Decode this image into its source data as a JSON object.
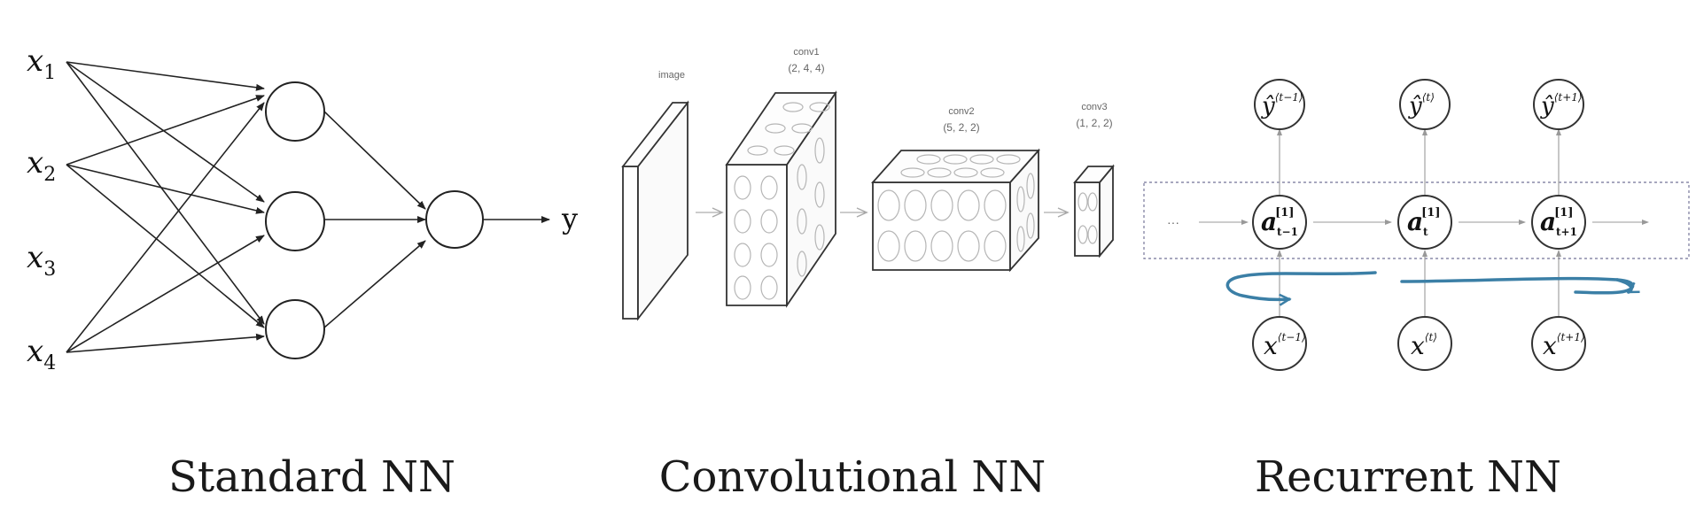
{
  "standard_nn": {
    "inputs": [
      {
        "base": "x",
        "sub": "1"
      },
      {
        "base": "x",
        "sub": "2"
      },
      {
        "base": "x",
        "sub": "3"
      },
      {
        "base": "x",
        "sub": "4"
      }
    ],
    "output_label": "y",
    "caption": "Standard NN"
  },
  "cnn": {
    "labels": {
      "image": "image",
      "conv1": "conv1",
      "conv1_dims": "(2, 4, 4)",
      "conv2": "conv2",
      "conv2_dims": "(5, 2, 2)",
      "conv3": "conv3",
      "conv3_dims": "(1, 2, 2)"
    },
    "caption": "Convolutional NN"
  },
  "rnn": {
    "outputs": [
      {
        "base": "ŷ",
        "sup": "⟨t−1⟩"
      },
      {
        "base": "ŷ",
        "sup": "⟨t⟩"
      },
      {
        "base": "ŷ",
        "sup": "⟨t+1⟩"
      }
    ],
    "hidden": [
      {
        "base": "a",
        "sup": "[1]",
        "sub": "t−1"
      },
      {
        "base": "a",
        "sup": "[1]",
        "sub": "t"
      },
      {
        "base": "a",
        "sup": "[1]",
        "sub": "t+1"
      }
    ],
    "inputs": [
      {
        "base": "x",
        "sup": "⟨t−1⟩"
      },
      {
        "base": "x",
        "sup": "⟨t⟩"
      },
      {
        "base": "x",
        "sup": "⟨t+1⟩"
      }
    ],
    "ellipsis": "···",
    "caption": "Recurrent NN"
  },
  "colors": {
    "ink_annotation": "#3b7fa6"
  }
}
